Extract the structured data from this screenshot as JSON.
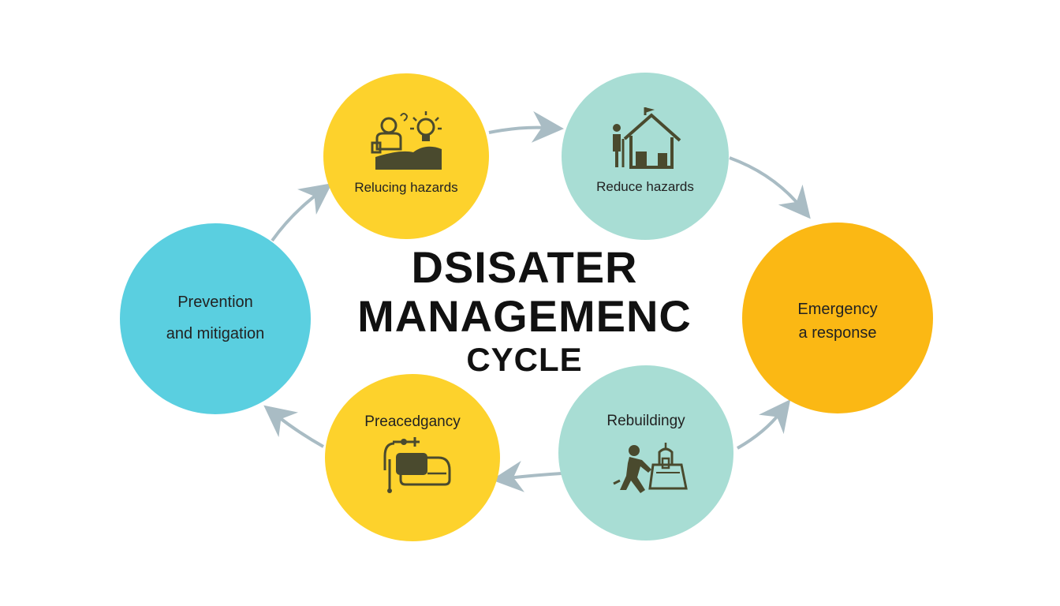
{
  "title": {
    "line1": "DSISATER",
    "line2": "MANAGEMENC",
    "line3": "CYCLE"
  },
  "nodes": [
    {
      "id": "reducing-hazards",
      "label": "Relucing hazards",
      "color": "#FDD22C",
      "icon": "person-idea-icon"
    },
    {
      "id": "reduce-hazards",
      "label": "Reduce hazards",
      "color": "#A8DDD4",
      "icon": "house-icon"
    },
    {
      "id": "emergency-response",
      "label_lines": [
        "Emergency",
        "a response"
      ],
      "color": "#FBB814",
      "icon": ""
    },
    {
      "id": "rebuilding",
      "label": "Rebuildingy",
      "color": "#A8DDD4",
      "icon": "rebuilding-worker-icon"
    },
    {
      "id": "preparedness",
      "label": "Preacedgancy",
      "color": "#FDD22C",
      "icon": "equipment-icon"
    },
    {
      "id": "prevention",
      "label_lines": [
        "Prevention",
        "and mitigation"
      ],
      "color": "#5ACFE0",
      "icon": ""
    }
  ],
  "colors": {
    "arrow": "#A9BCC4",
    "icon": "#4A4A2E",
    "text": "#222222"
  }
}
